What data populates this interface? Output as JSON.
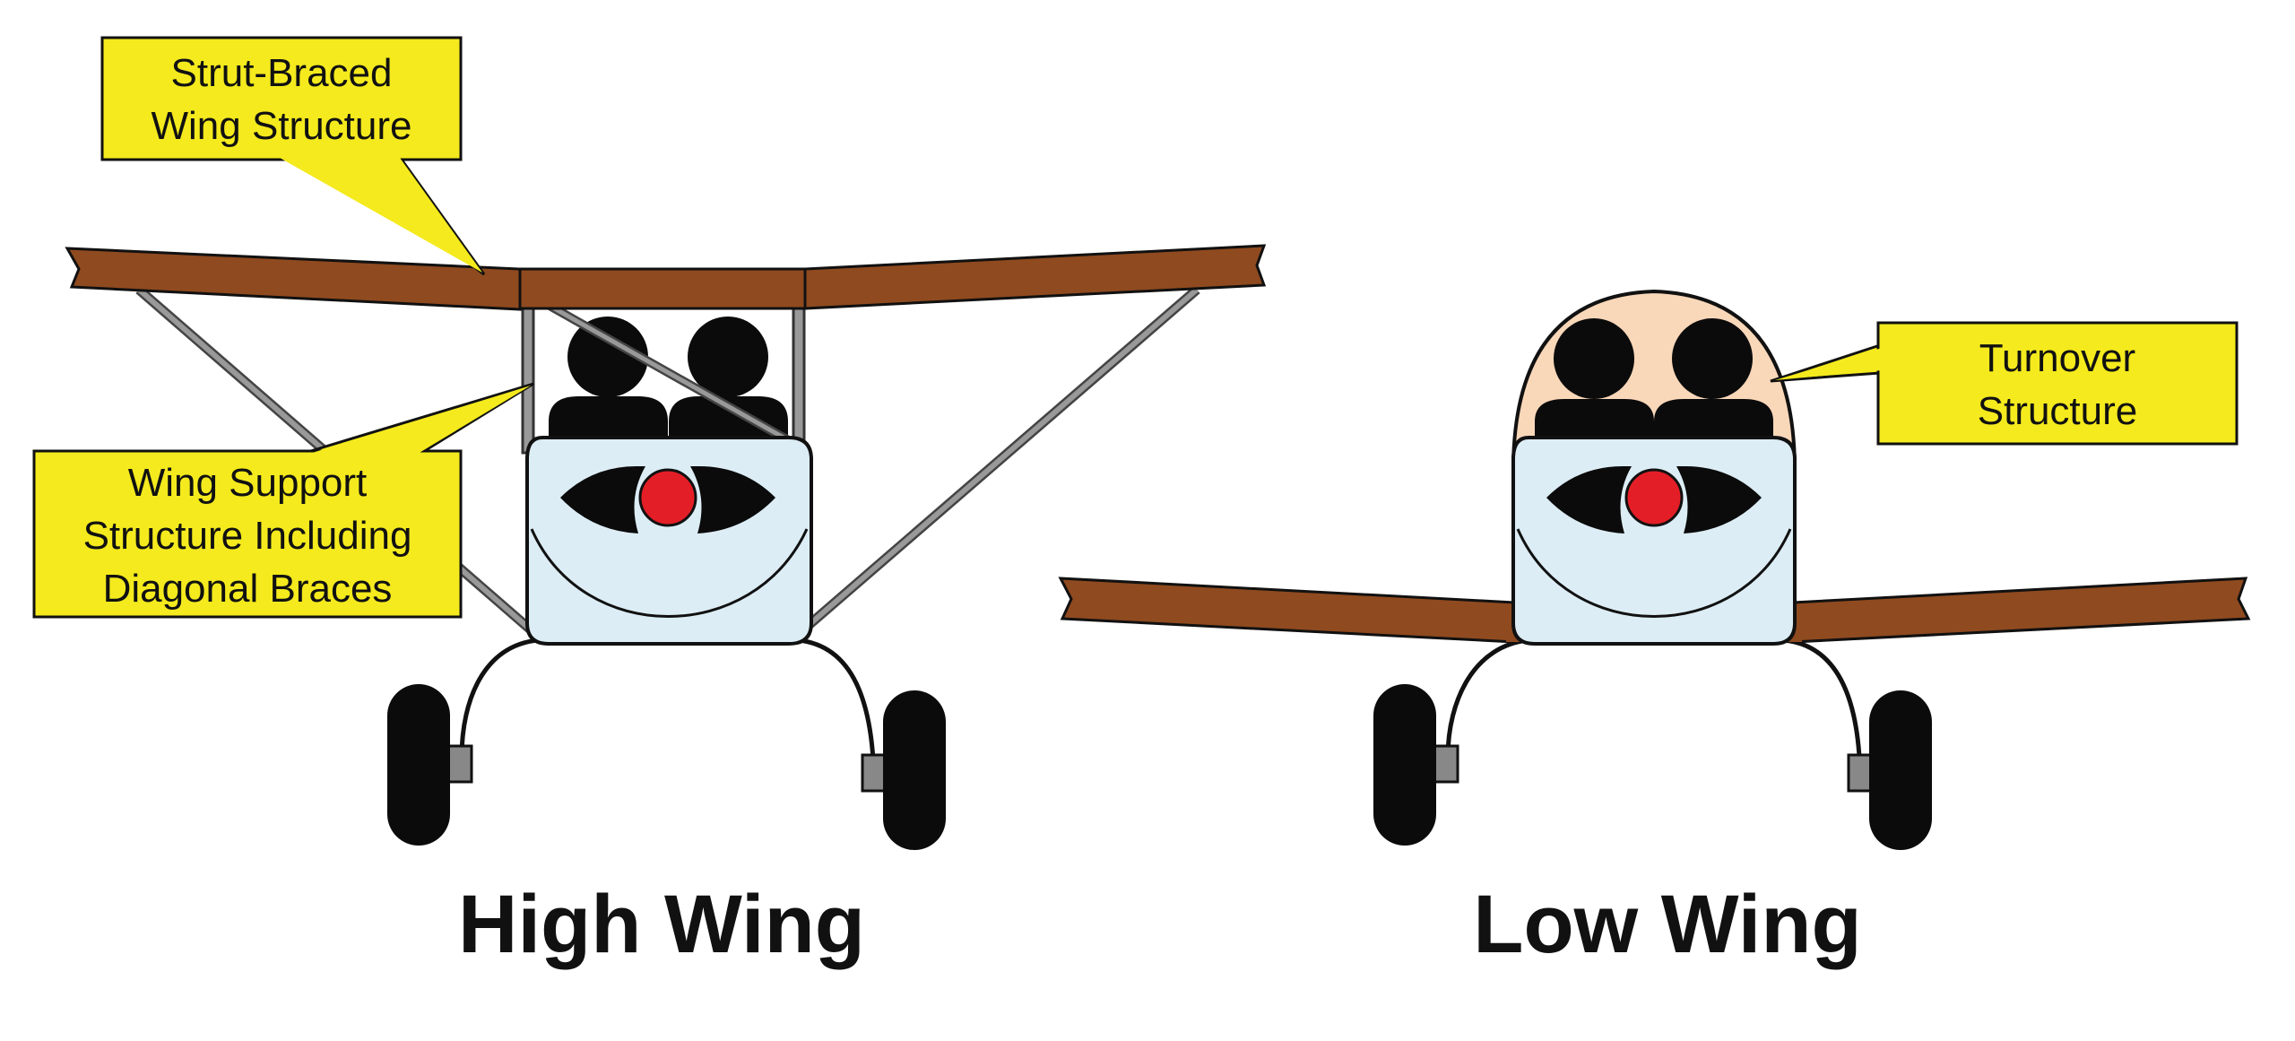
{
  "diagram": {
    "high_wing": {
      "caption": "High Wing",
      "callout_strut": [
        "Strut-Braced",
        "Wing Structure"
      ],
      "callout_support": [
        "Wing Support",
        "Structure Including",
        "Diagonal Braces"
      ]
    },
    "low_wing": {
      "caption": "Low Wing",
      "callout_turnover": [
        "Turnover",
        "Structure"
      ]
    }
  },
  "colors": {
    "wing": "#8f4a1f",
    "fuselage": "#dcedf5",
    "canopy": "#f9d7b9",
    "callout": "#f4ea1d",
    "spinner": "#e41e26",
    "strut": "#777777"
  }
}
